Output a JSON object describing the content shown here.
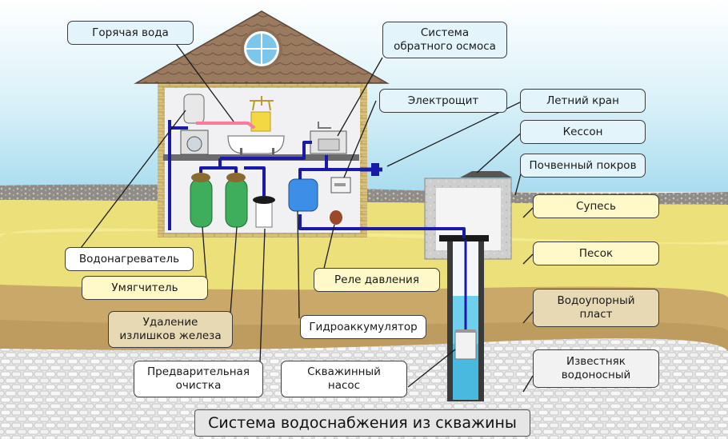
{
  "title": "Система водоснабжения из скважины",
  "labels": {
    "hot_water": "Горячая вода",
    "reverse_osmosis": "Система\nобратного осмоса",
    "switchboard": "Электрощит",
    "summer_tap": "Летний кран",
    "caisson": "Кессон",
    "topsoil": "Почвенный покров",
    "sandy_loam": "Супесь",
    "sand": "Песок",
    "aquiclude": "Водоупорный\nпласт",
    "limestone": "Известняк\nводоносный",
    "water_heater": "Водонагреватель",
    "softener": "Умягчитель",
    "iron_removal": "Удаление\nизлишков железа",
    "prefilter": "Предварительная\nочистка",
    "well_pump": "Скважинный\nнасос",
    "hydro_accumulator": "Гидроаккумулятор",
    "pressure_relay": "Реле давления"
  },
  "colors": {
    "sky": "#bfe6f3",
    "pipe": "#1a1aa8",
    "hot_pipe": "#ff7a9c",
    "sand_layer": "#ecdf7a",
    "clay_layer": "#c9a86a",
    "stone_layer": "#e3e3e3",
    "roof": "#9a7b60",
    "water": "#6fd0ee"
  }
}
